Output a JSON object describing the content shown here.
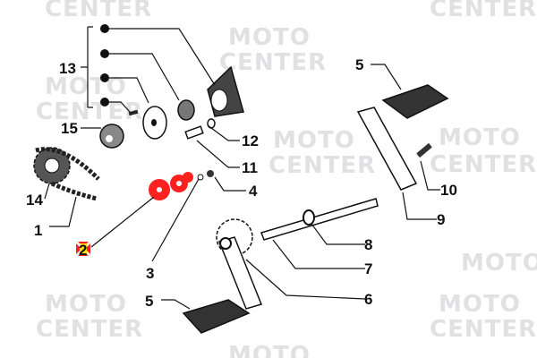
{
  "watermark": {
    "line1": "MOTO",
    "line2": "CENTER"
  },
  "callouts": [
    {
      "id": "13",
      "label": "13"
    },
    {
      "id": "15",
      "label": "15"
    },
    {
      "id": "14",
      "label": "14"
    },
    {
      "id": "1",
      "label": "1"
    },
    {
      "id": "2",
      "label": "2",
      "highlighted": true
    },
    {
      "id": "3",
      "label": "3"
    },
    {
      "id": "4",
      "label": "4"
    },
    {
      "id": "5a",
      "label": "5"
    },
    {
      "id": "5b",
      "label": "5"
    },
    {
      "id": "6",
      "label": "6"
    },
    {
      "id": "7",
      "label": "7"
    },
    {
      "id": "8",
      "label": "8"
    },
    {
      "id": "9",
      "label": "9"
    },
    {
      "id": "10",
      "label": "10"
    },
    {
      "id": "11",
      "label": "11"
    },
    {
      "id": "12",
      "label": "12"
    }
  ],
  "colors": {
    "highlight": "#ff2020",
    "marker": "#ffe000",
    "ink": "#111111",
    "watermark": "#e1e1e4"
  }
}
